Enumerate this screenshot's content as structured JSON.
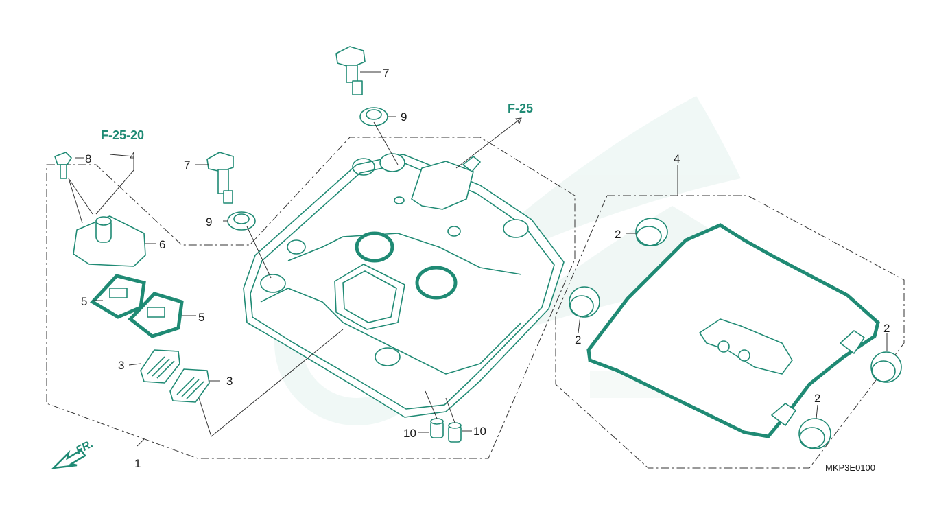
{
  "diagram": {
    "callouts": [
      "1",
      "2",
      "2",
      "2",
      "2",
      "3",
      "3",
      "4",
      "5",
      "5",
      "6",
      "7",
      "7",
      "8",
      "9",
      "9",
      "10",
      "10"
    ],
    "references": [
      "F-25-20",
      "F-25"
    ],
    "front_arrow_label": "FR.",
    "drawing_code": "MKP3E0100"
  },
  "colors": {
    "line": "#1f8a74",
    "watermark": "#e4f2ee",
    "text": "#1a1a1a"
  },
  "icons": [
    "front-direction-arrow-icon",
    "watermark-wing-logo-icon"
  ]
}
